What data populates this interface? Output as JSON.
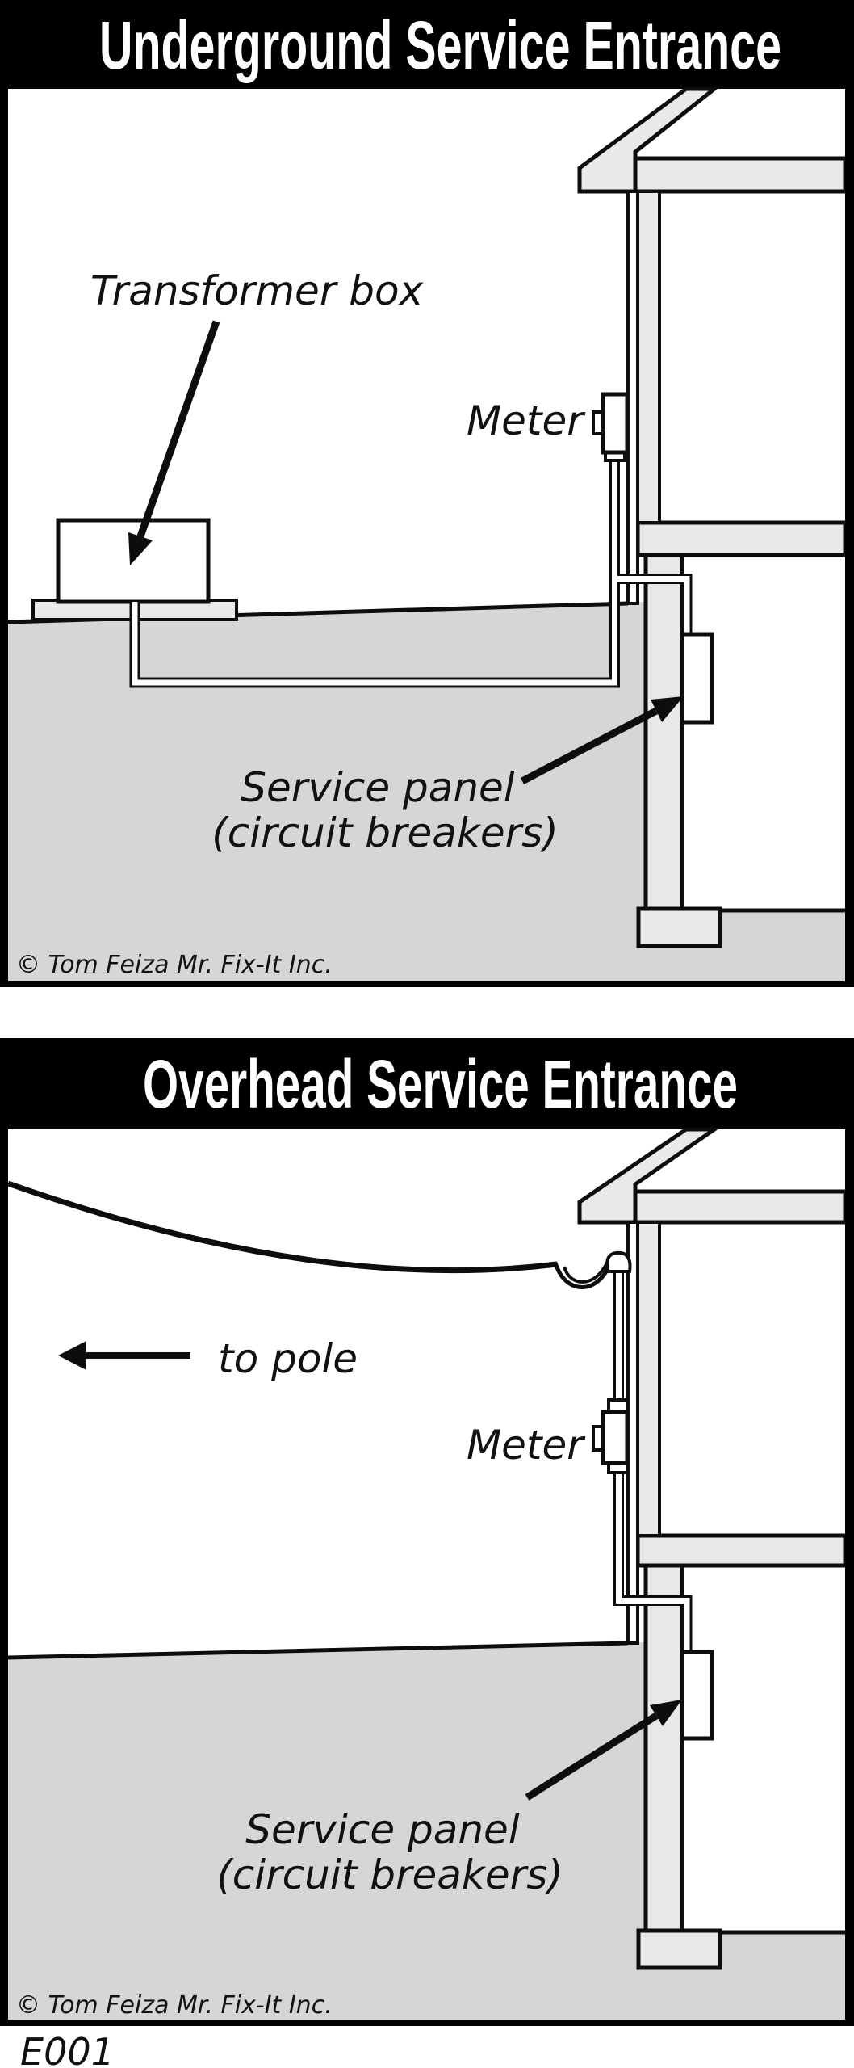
{
  "figure_code": "E001",
  "colors": {
    "title_bg": "#000000",
    "title_fg": "#ffffff",
    "ground": "#d6d6d6",
    "structure": "#e9e9e9",
    "line": "#0d0d0d"
  },
  "panels": [
    {
      "title": "Underground Service Entrance",
      "labels": {
        "transformer": "Transformer box",
        "meter": "Meter",
        "service_panel_line1": "Service panel",
        "service_panel_line2": "(circuit breakers)"
      },
      "copyright": "© Tom Feiza Mr. Fix-It Inc."
    },
    {
      "title": "Overhead Service Entrance",
      "labels": {
        "to_pole": "to pole",
        "meter": "Meter",
        "service_panel_line1": "Service panel",
        "service_panel_line2": "(circuit breakers)"
      },
      "copyright": "© Tom Feiza Mr. Fix-It Inc."
    }
  ]
}
